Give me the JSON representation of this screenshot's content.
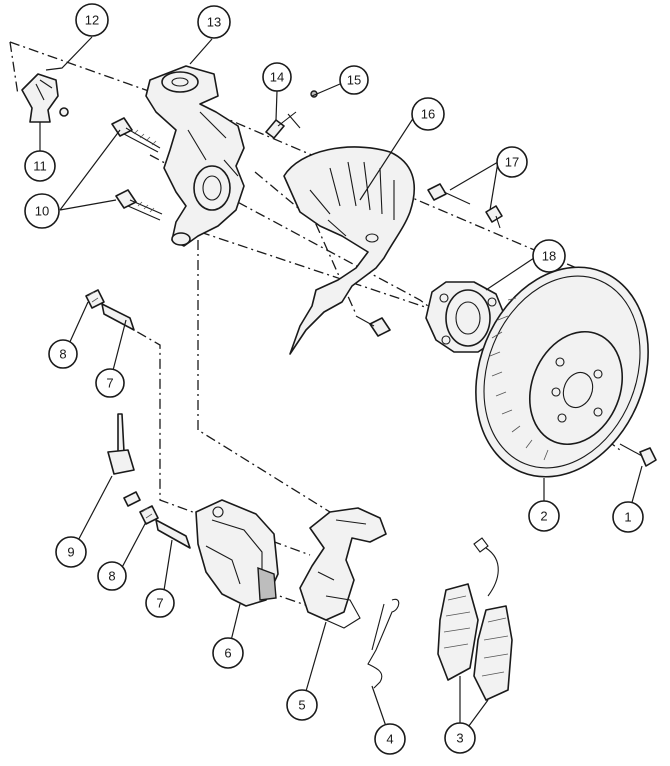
{
  "callouts": {
    "c1": "1",
    "c2": "2",
    "c3": "3",
    "c4": "4",
    "c5": "5",
    "c6": "6",
    "c7a": "7",
    "c7b": "7",
    "c8a": "8",
    "c8b": "8",
    "c9": "9",
    "c10": "10",
    "c11": "11",
    "c12": "12",
    "c13": "13",
    "c14": "14",
    "c15": "15",
    "c16": "16",
    "c17": "17",
    "c18": "18"
  }
}
